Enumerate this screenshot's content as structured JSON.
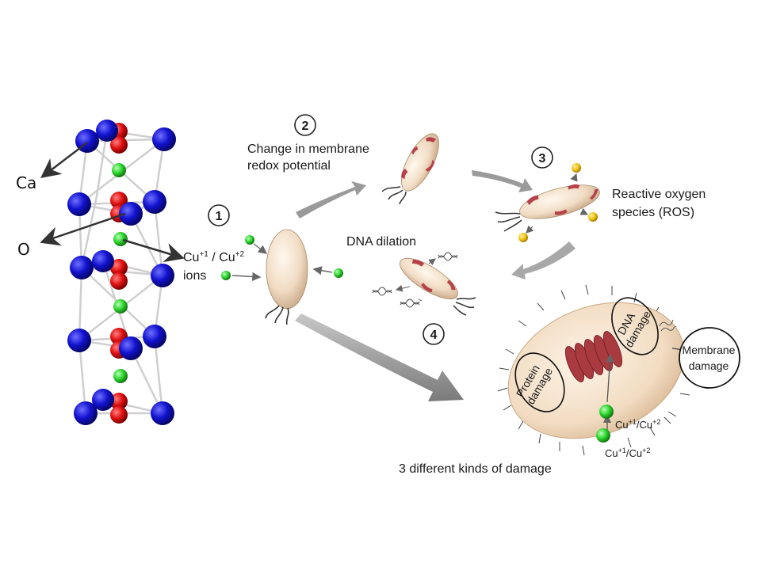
{
  "crystal": {
    "label_ca": "Ca",
    "label_o": "O",
    "colors": {
      "ca": "#1414c8",
      "o": "#d41414",
      "cu": "#2fd62f",
      "bond": "#cfcfcf"
    }
  },
  "steps": {
    "s1": "1",
    "s2": "2",
    "s3": "3",
    "s4": "4"
  },
  "labels": {
    "ions_line1": "Cu",
    "ions_sup1": "+1",
    "ions_mid": " / Cu",
    "ions_sup2": "+2",
    "ions_line2": "ions",
    "membrane_line1": "Change in membrane",
    "membrane_line2": "redox potential",
    "ros_line1": "Reactive oxygen",
    "ros_line2": "species (ROS)",
    "dna_dilation": "DNA dilation",
    "damage_caption": "3 different kinds of damage",
    "protein_damage_1": "Protein",
    "protein_damage_2": "damage",
    "dna_damage_1": "DNA",
    "dna_damage_2": "damage",
    "membrane_damage_1": "Membrane",
    "membrane_damage_2": "damage",
    "cu_a": "Cu",
    "cu_a_sup1": "+1",
    "cu_a_mid": "/Cu",
    "cu_a_sup2": "+2",
    "cu_b": "Cu",
    "cu_b_sup1": "+1",
    "cu_b_mid": "/Cu",
    "cu_b_sup2": "+2"
  },
  "colors": {
    "cell_fill": "#f3e2cf",
    "cell_shadow": "#d8bea0",
    "patch": "#b5424a",
    "ros": "#f0c20f",
    "arrow": "#9a9a9a"
  }
}
